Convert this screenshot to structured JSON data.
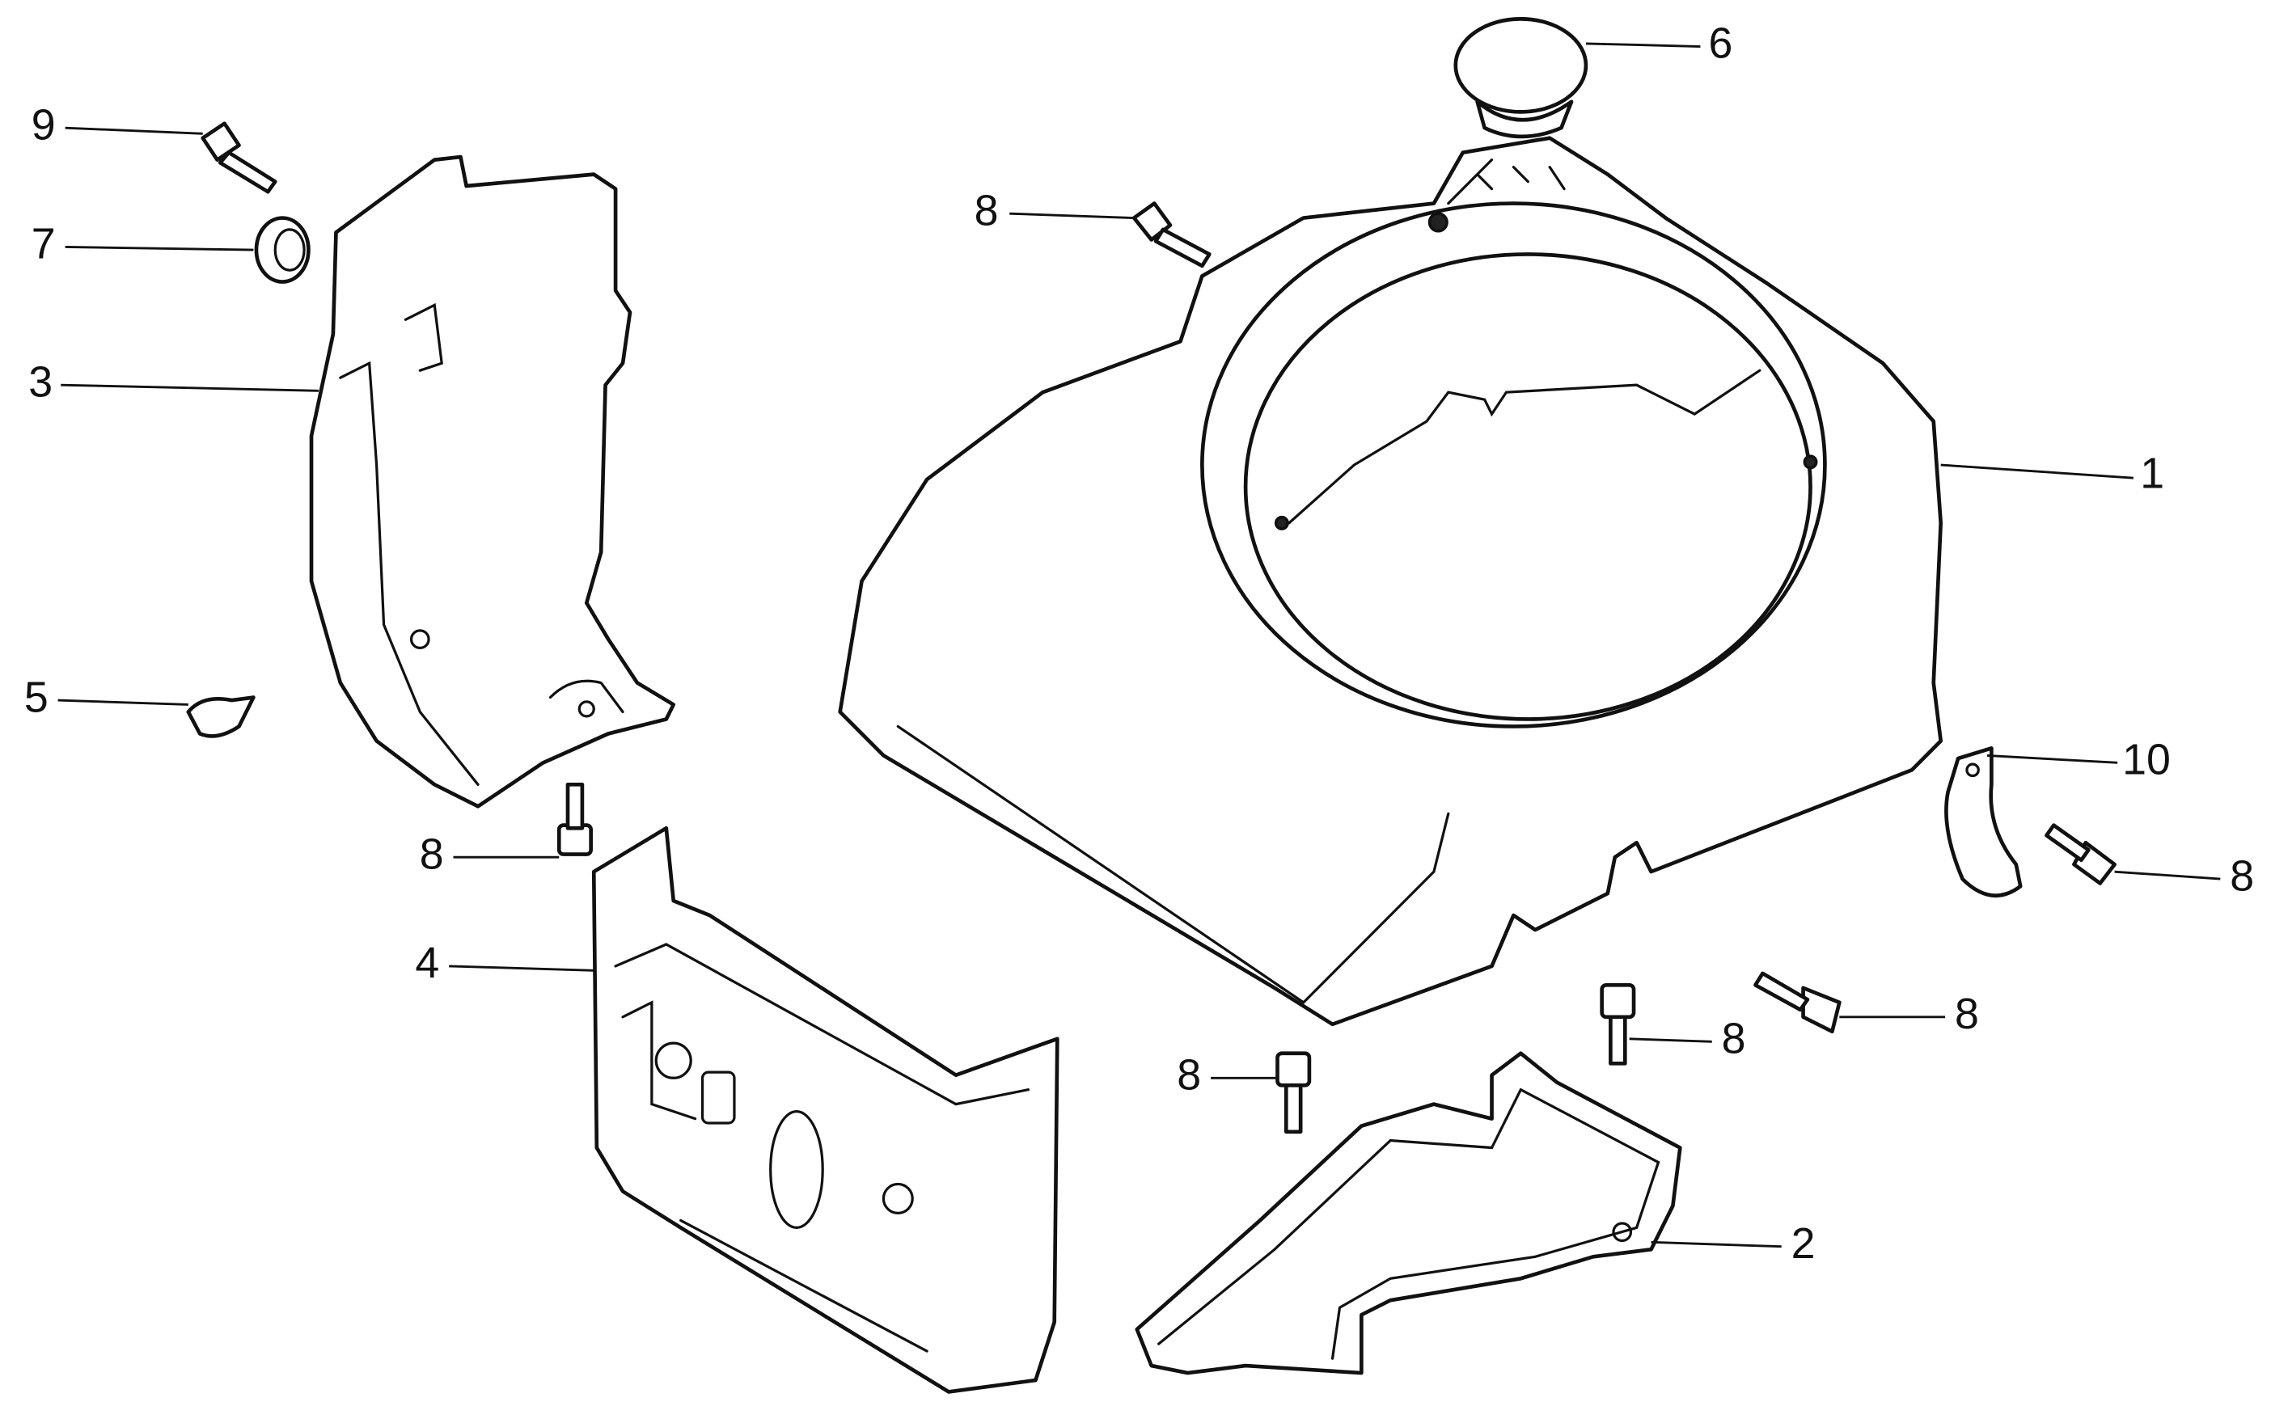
{
  "diagram": {
    "type": "exploded-parts-diagram",
    "callouts": [
      {
        "label": "1",
        "part": "fan-cover"
      },
      {
        "label": "2",
        "part": "bottom-shroud"
      },
      {
        "label": "3",
        "part": "side-shroud"
      },
      {
        "label": "4",
        "part": "cylinder-head-cover"
      },
      {
        "label": "5",
        "part": "clip"
      },
      {
        "label": "6",
        "part": "top-grommet"
      },
      {
        "label": "7",
        "part": "grommet"
      },
      {
        "label": "8",
        "part": "flange-bolt"
      },
      {
        "label": "9",
        "part": "bolt"
      },
      {
        "label": "10",
        "part": "bracket"
      }
    ]
  }
}
